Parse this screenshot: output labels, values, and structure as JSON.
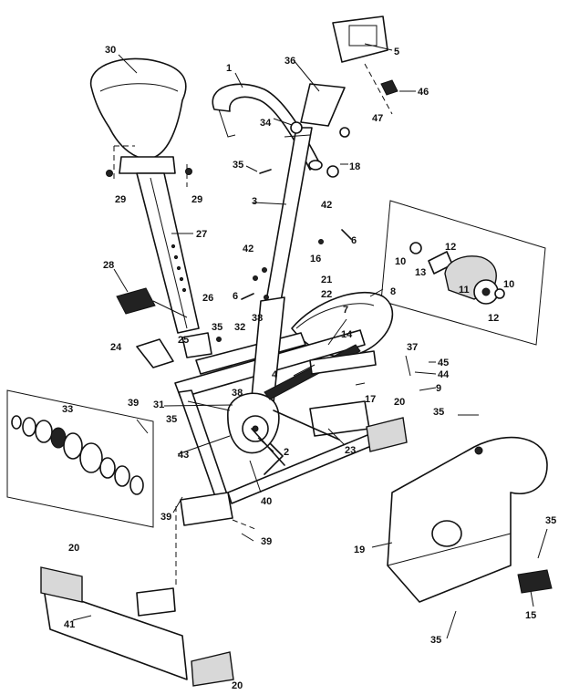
{
  "labels": {
    "l30": "30",
    "l1": "1",
    "l36": "36",
    "l5": "5",
    "l46": "46",
    "l47": "47",
    "l34": "34",
    "l18": "18",
    "l35a": "35",
    "l29a": "29",
    "l29b": "29",
    "l3": "3",
    "l42a": "42",
    "l6a": "6",
    "l27": "27",
    "l42b": "42",
    "l10a": "10",
    "l12a": "12",
    "l13": "13",
    "l16": "16",
    "l28": "28",
    "l21": "21",
    "l6b": "6",
    "l22": "22",
    "l8": "8",
    "l11": "11",
    "l12b": "12",
    "l10b": "10",
    "l26": "26",
    "l7": "7",
    "l38a": "38",
    "l35b": "35",
    "l32": "32",
    "l25": "25",
    "l14": "14",
    "l24": "24",
    "l37": "37",
    "l45": "45",
    "l4": "4",
    "l44": "44",
    "l9": "9",
    "l17": "17",
    "l33": "33",
    "l39a": "39",
    "l31": "31",
    "l38b": "38",
    "l20a": "20",
    "l35c": "35",
    "l35d": "35",
    "l43": "43",
    "l2": "2",
    "l23": "23",
    "l40": "40",
    "l39b": "39",
    "l39c": "39",
    "l19": "19",
    "l35e": "35",
    "l20b": "20",
    "l41": "41",
    "l15": "15",
    "l35f": "35",
    "l20c": "20"
  }
}
